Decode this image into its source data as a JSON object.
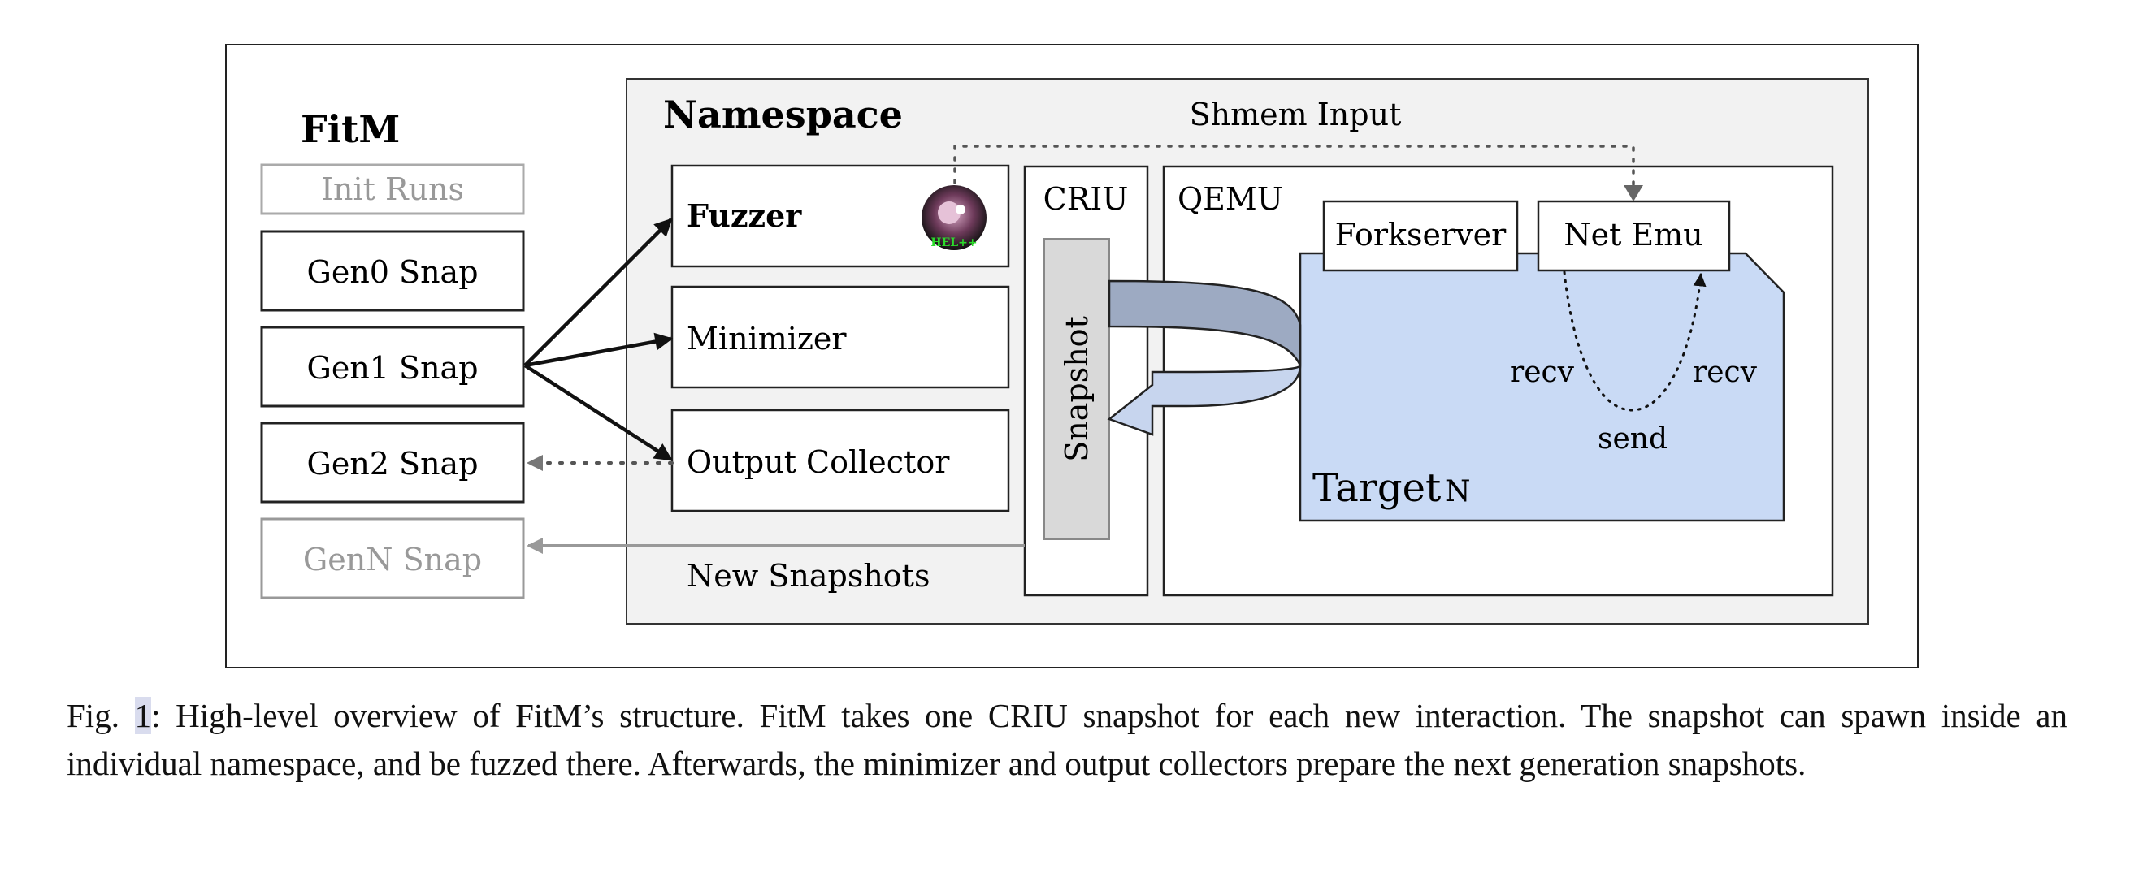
{
  "fitm": {
    "title": "FitM",
    "snapshots": [
      "Init Runs",
      "Gen0 Snap",
      "Gen1 Snap",
      "Gen2 Snap",
      "GenN Snap"
    ]
  },
  "namespace": {
    "title": "Namespace",
    "shmem_label": "Shmem Input",
    "fuzzer_label": "Fuzzer",
    "minimizer_label": "Minimizer",
    "output_collector_label": "Output Collector",
    "new_snapshots_label": "New Snapshots"
  },
  "criu": {
    "title": "CRIU",
    "snapshot_label": "Snapshot"
  },
  "qemu": {
    "title": "QEMU",
    "forkserver_label": "Forkserver",
    "netemu_label": "Net Emu",
    "recv_left": "recv",
    "recv_right": "recv",
    "send": "send",
    "target_label": "Target",
    "target_suffix": "N"
  },
  "caption": {
    "prefix": "Fig.",
    "number": "1",
    "text": ": High-level overview of FitM’s structure. FitM takes one CRIU snapshot for each new interaction. The snapshot can spawn inside an individual namespace, and be fuzzed there. Afterwards, the minimizer and output collectors prepare the next generation snapshots."
  },
  "colors": {
    "namespace_bg": "#f2f2f2",
    "target_fill": "#c9daf5",
    "snapshot_bar": "#d9d9d9",
    "loop_arrow": "#9daac2",
    "loop_arrow_light": "#c7d5ee",
    "faded": "#999999"
  },
  "icons": [
    "fuzzer-logo-icon"
  ]
}
